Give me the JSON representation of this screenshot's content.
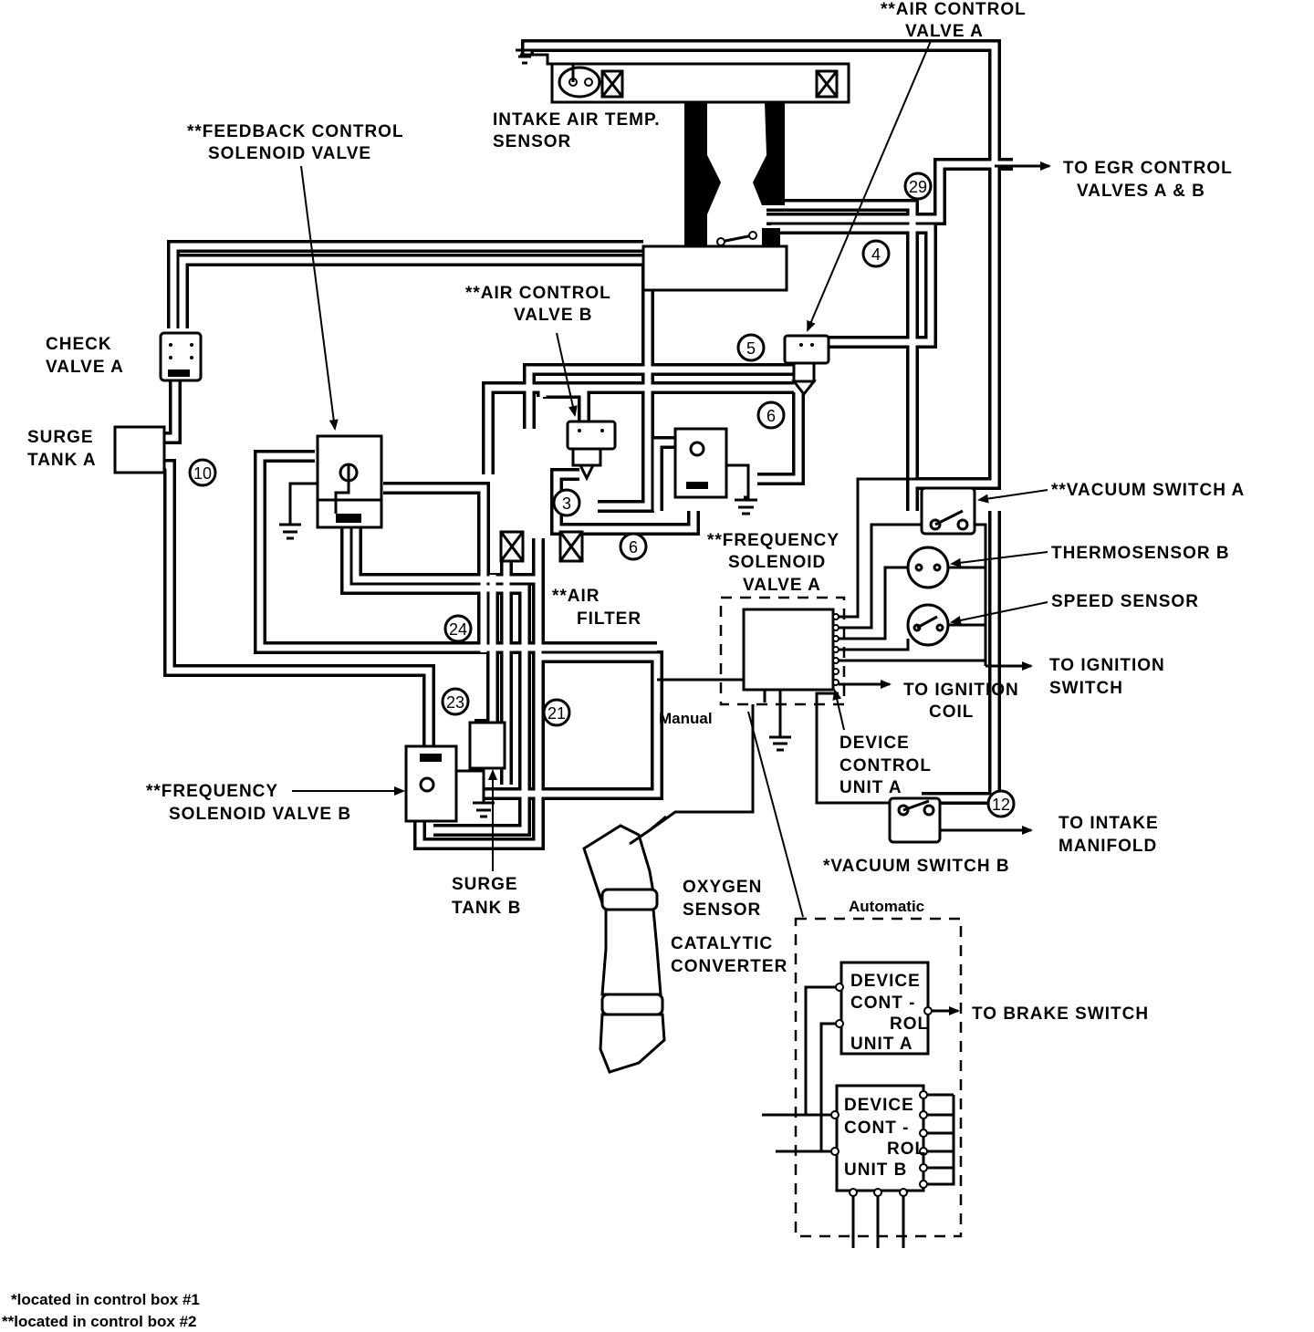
{
  "labels": {
    "air_control_valve_a": [
      "**AIR CONTROL",
      "VALVE A"
    ],
    "intake_air_temp_sensor": [
      "INTAKE AIR TEMP.",
      "SENSOR"
    ],
    "to_egr": [
      "TO EGR CONTROL",
      "VALVES A & B"
    ],
    "feedback_control": [
      "**FEEDBACK CONTROL",
      "SOLENOID VALVE"
    ],
    "air_control_valve_b": [
      "**AIR CONTROL",
      "VALVE B"
    ],
    "check_valve_a": [
      "CHECK",
      "VALVE A"
    ],
    "surge_tank_a": [
      "SURGE",
      "TANK A"
    ],
    "vacuum_switch_a": "**VACUUM SWITCH A",
    "thermosensor_b": "THERMOSENSOR B",
    "speed_sensor": "SPEED SENSOR",
    "frequency_solenoid_a": [
      "**FREQUENCY",
      "SOLENOID",
      "VALVE A"
    ],
    "air_filter": [
      "**AIR",
      "FILTER"
    ],
    "to_ignition_switch": [
      "TO IGNITION",
      "SWITCH"
    ],
    "to_ignition_coil": [
      "TO IGNITION",
      "COIL"
    ],
    "manual": "Manual",
    "device_control_unit_a": [
      "DEVICE",
      "CONTROL",
      "UNIT A"
    ],
    "frequency_solenoid_b": [
      "**FREQUENCY",
      "SOLENOID VALVE B"
    ],
    "to_intake_manifold": [
      "TO INTAKE",
      "MANIFOLD"
    ],
    "vacuum_switch_b": "*VACUUM SWITCH B",
    "surge_tank_b": [
      "SURGE",
      "TANK B"
    ],
    "oxygen_sensor": [
      "OXYGEN",
      "SENSOR"
    ],
    "catalytic_converter": [
      "CATALYTIC",
      "CONVERTER"
    ],
    "automatic": "Automatic",
    "dcu_a_auto": [
      "DEVICE",
      "CONT -",
      "ROL",
      "UNIT A"
    ],
    "to_brake_switch": "TO BRAKE SWITCH",
    "dcu_b_auto": [
      "DEVICE",
      "CONT -",
      "ROL",
      "UNIT B"
    ]
  },
  "hose_numbers": [
    "29",
    "4",
    "5",
    "6",
    "6",
    "3",
    "10",
    "24",
    "23",
    "21",
    "12"
  ],
  "footnotes": [
    "*located in control box #1",
    "**located in control box #2"
  ]
}
